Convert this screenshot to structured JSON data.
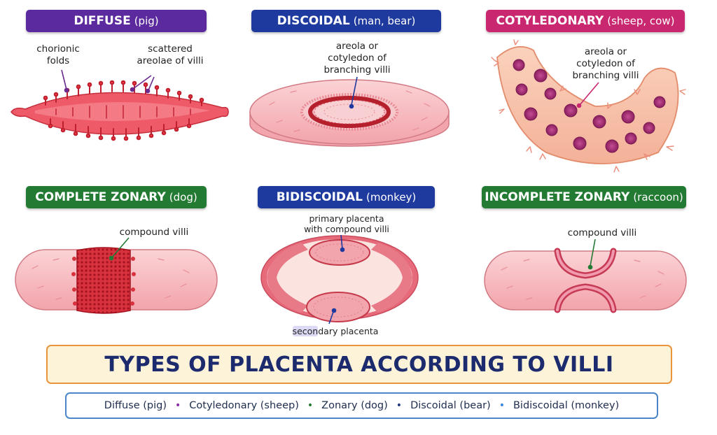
{
  "colors": {
    "diffuse": "#5b2a9e",
    "discoidal": "#1f3a9e",
    "cotyledonary": "#c9276f",
    "zonary": "#237a33",
    "title_text": "#1c2b6e",
    "legend_border": "#4a86c8",
    "title_border": "#e8953c"
  },
  "panels": {
    "diffuse": {
      "title": "DIFFUSE",
      "sub": "(pig)",
      "label1": "chorionic\nfolds",
      "label2": "scattered\nareolae of villi"
    },
    "discoidal": {
      "title": "DISCOIDAL",
      "sub": "(man, bear)",
      "label1": "areola or\ncotyledon of\nbranching villi"
    },
    "cotyledonary": {
      "title": "COTYLEDONARY",
      "sub": "(sheep, cow)",
      "label1": "areola or\ncotyledon of\nbranching villi"
    },
    "complete_zonary": {
      "title": "COMPLETE ZONARY",
      "sub": "(dog)",
      "label1": "compound villi"
    },
    "bidiscoidal": {
      "title": "BIDISCOIDAL",
      "sub": "(monkey)",
      "label1": "primary placenta\nwith compound villi",
      "label2_pre": "",
      "label2_hl": "secon",
      "label2_post": "dary placenta"
    },
    "incomplete_zonary": {
      "title": "INCOMPLETE ZONARY",
      "sub": "(raccoon)",
      "label1": "compound villi"
    }
  },
  "main_title": "TYPES OF PLACENTA ACCORDING TO VILLI",
  "legend": [
    {
      "text": "Diffuse (pig)",
      "bullet": "•",
      "bullet_color": "#8a2aa8"
    },
    {
      "text": "Cotyledonary (sheep)",
      "bullet": "•",
      "bullet_color": "#237a33"
    },
    {
      "text": "Zonary (dog)",
      "bullet": "•",
      "bullet_color": "#1f3a7e"
    },
    {
      "text": "Discoidal (bear)",
      "bullet": "•",
      "bullet_color": "#3a86d8"
    },
    {
      "text": "Bidiscoidal (monkey)",
      "bullet": "",
      "bullet_color": ""
    }
  ]
}
